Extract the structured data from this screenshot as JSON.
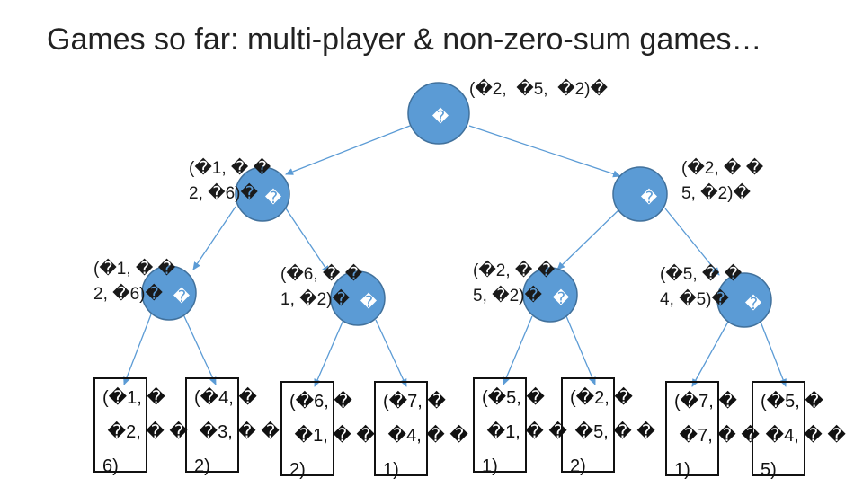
{
  "title": "Games so far: multi-player & non-zero-sum games…",
  "root_label": "(�2,  �5,  �2)�",
  "mid_labels": [
    "(�1, � �\n2, �6)�",
    "(�2, � �\n5, �2)�"
  ],
  "low_labels": [
    "(�1, � �\n2, �6)�",
    "(�6, � �\n1, �2)�",
    "(�2, � �\n5, �2)�",
    "(�5, � �\n4, �5)�"
  ],
  "leaves": [
    {
      "l1": "(�1, �",
      "l2": " �2, � �",
      "l3": "6)"
    },
    {
      "l1": "(�4, �",
      "l2": " �3, � �",
      "l3": "2)"
    },
    {
      "l1": "(�6, �",
      "l2": " �1, � �",
      "l3": "2)"
    },
    {
      "l1": "(�7, �",
      "l2": " �4, � �",
      "l3": "1)"
    },
    {
      "l1": "(�5, �",
      "l2": " �1, � �",
      "l3": "1)"
    },
    {
      "l1": "(�2, �",
      "l2": " �5, � �",
      "l3": "2)"
    },
    {
      "l1": "(�7, �",
      "l2": " �7, � �",
      "l3": "1)"
    },
    {
      "l1": "(�5, �",
      "l2": " �4, � �",
      "l3": "5)"
    }
  ],
  "node_glyph": "�",
  "colors": {
    "node_fill": "#5b9bd5",
    "node_stroke": "#41719c",
    "edge": "#5b9bd5",
    "leaf_border": "#111111"
  }
}
